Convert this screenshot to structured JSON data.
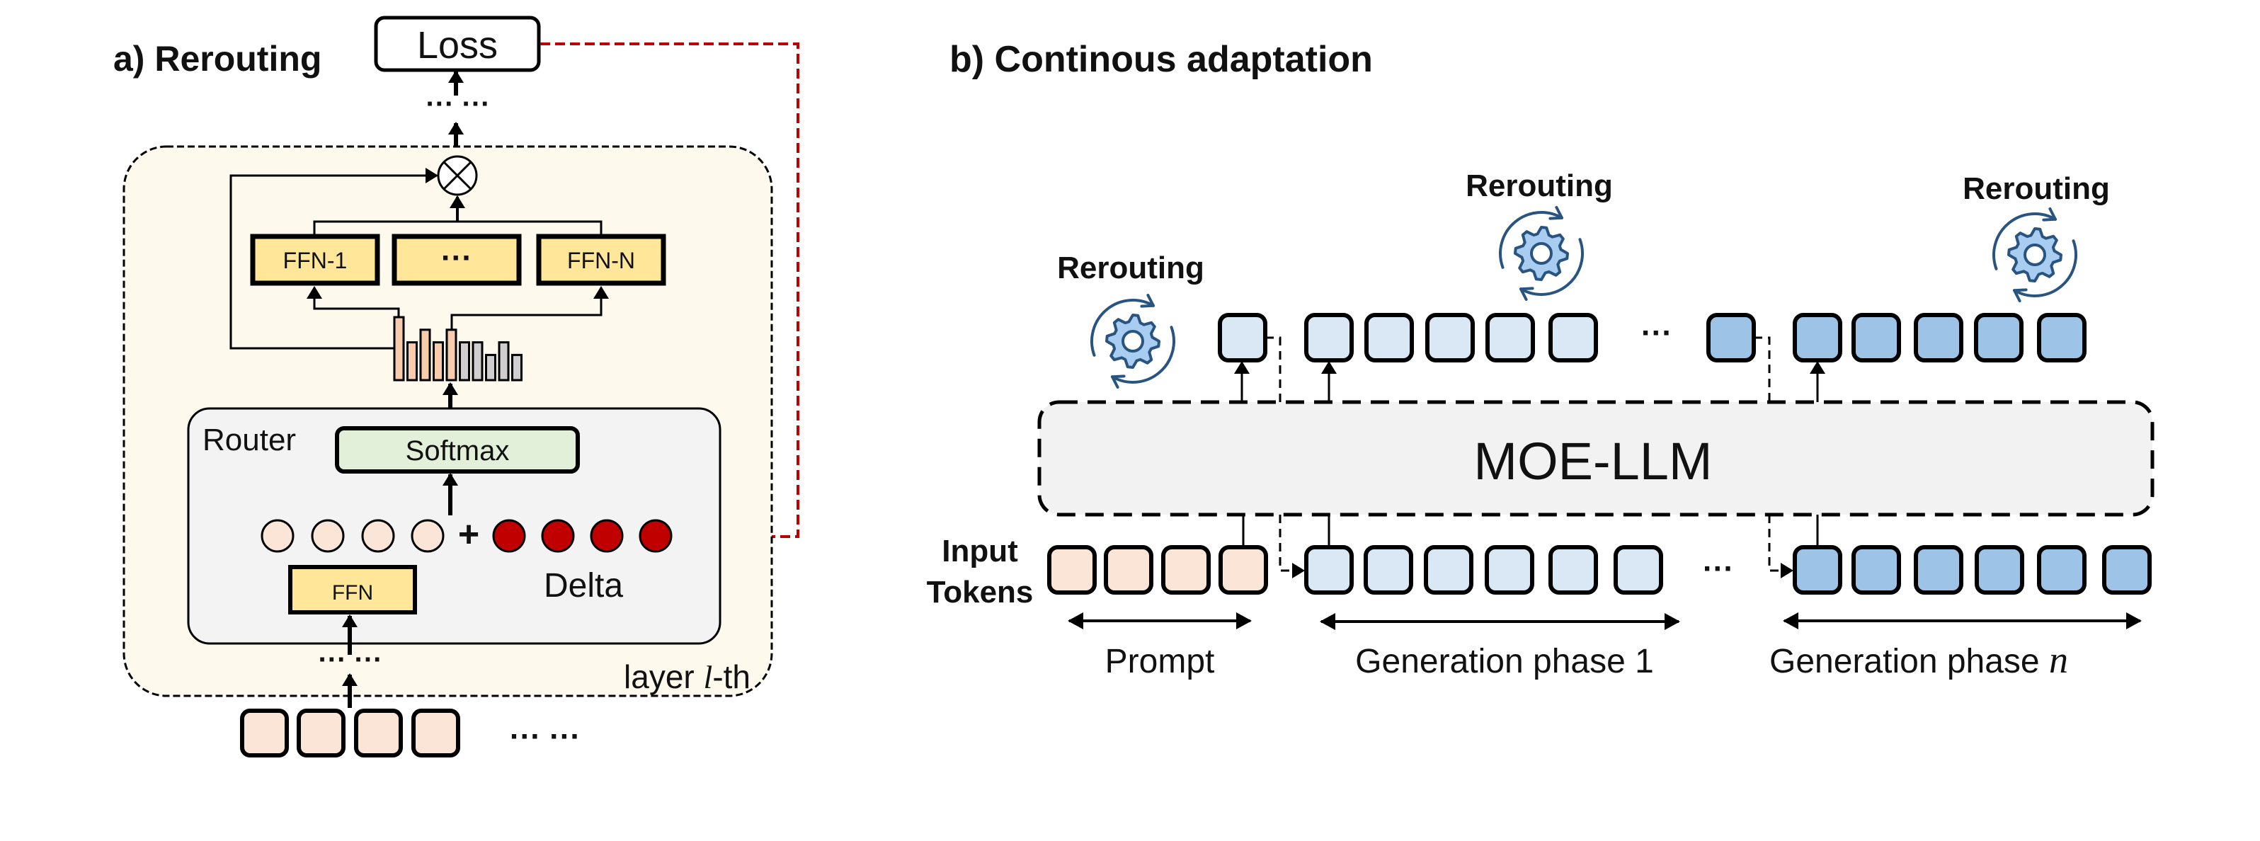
{
  "panel_a": {
    "title": "a) Rerouting",
    "loss_label": "Loss",
    "experts": [
      "FFN-1",
      "···",
      "FFN-N"
    ],
    "router_label": "Router",
    "softmax_label": "Softmax",
    "router_ffn_label": "FFN",
    "delta_label": "Delta",
    "plus_symbol": "+",
    "layer_label_prefix": "layer ",
    "layer_label_var": "l",
    "layer_label_suffix": "-th",
    "ellipsis": "···  ···",
    "routing_weights": [
      1.0,
      0.6,
      0.8,
      0.6,
      0.8,
      0.6,
      0.6,
      0.4,
      0.6,
      0.4
    ],
    "selected_experts_count": 5,
    "router_logit_count": 4,
    "delta_count": 4,
    "input_token_count": 4,
    "colors": {
      "layer_bg": "#fdf9ec",
      "router_bg": "#f3f3f3",
      "ffn_fill": "#ffe699",
      "softmax_fill": "#e2f0d9",
      "peach": "#fbe5d6",
      "bar_selected": "#f8cbad",
      "bar_unselected": "#d0cece",
      "delta_red": "#c00000",
      "feedback_red": "#c00000"
    }
  },
  "panel_b": {
    "title": "b) Continous adaptation",
    "rerouting_labels": [
      "Rerouting",
      "Rerouting",
      "Rerouting"
    ],
    "model_label": "MOE-LLM",
    "input_label_line1": "Input",
    "input_label_line2": "Tokens",
    "ellipsis": "···",
    "phases": [
      {
        "label": "Prompt",
        "italic_suffix": ""
      },
      {
        "label": "Generation phase 1",
        "italic_suffix": ""
      },
      {
        "label": "Generation phase ",
        "italic_suffix": "n"
      }
    ],
    "input_row": {
      "prompt_tokens": 4,
      "phase1_tokens": 6,
      "phasen_tokens": 6
    },
    "output_row": {
      "phase1_lead": 1,
      "phase1_tokens": 5,
      "phasen_lead": 1,
      "phasen_tokens": 5
    },
    "colors": {
      "prompt": "#fbe5d6",
      "phase1": "#dae8f5",
      "phasen": "#9dc3e6",
      "model_bg": "#f2f2f2",
      "gear_fill": "#a9cdf0",
      "gear_stroke": "#2a5480"
    }
  }
}
